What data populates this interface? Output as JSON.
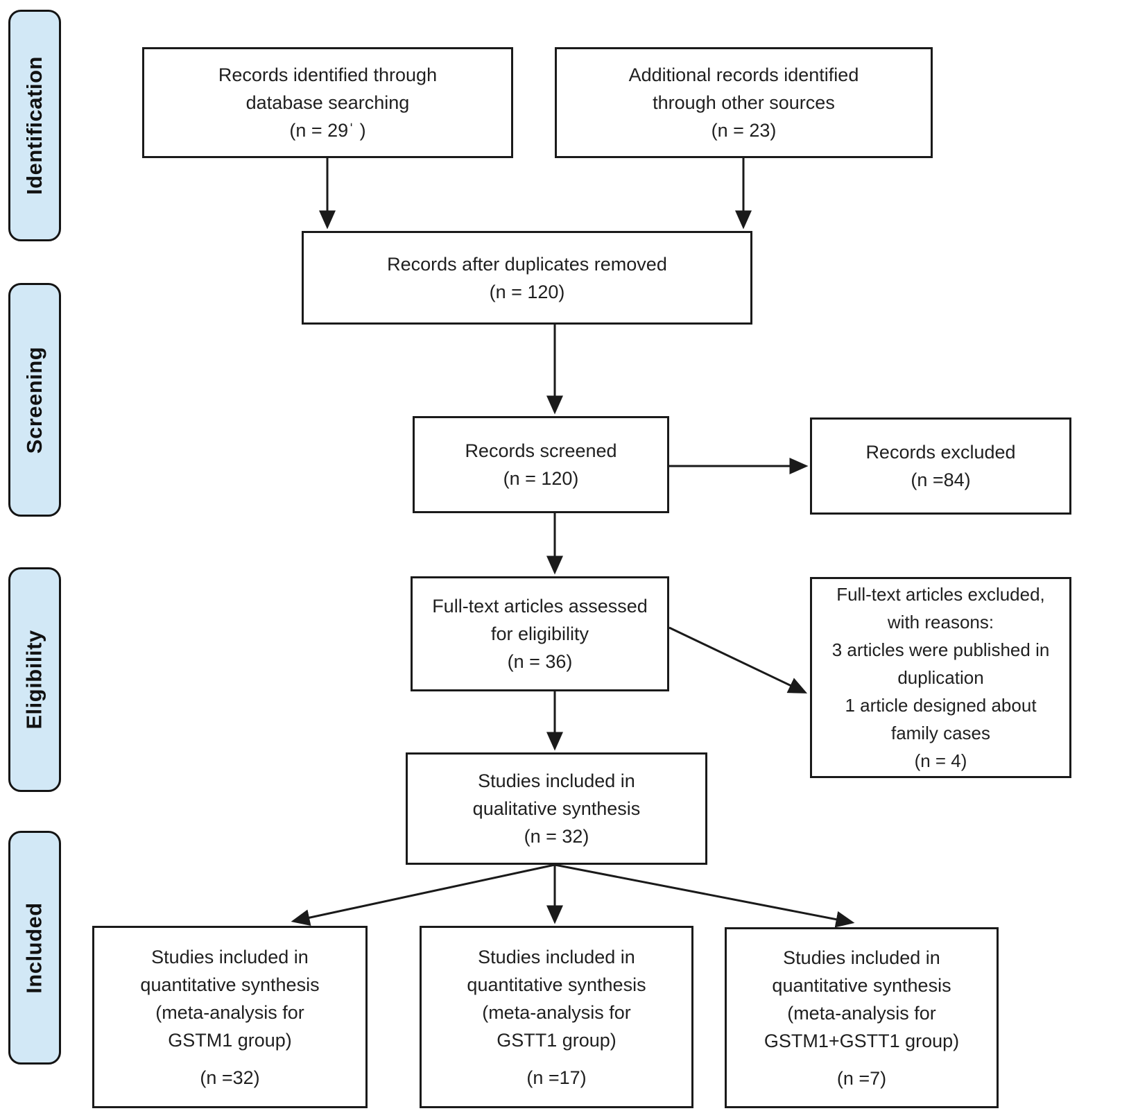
{
  "figure": {
    "type": "prisma-flow-diagram",
    "description": "PRISMA flow diagram of study selection"
  },
  "sidebar": {
    "stages": [
      {
        "label": "Identification"
      },
      {
        "label": "Screening"
      },
      {
        "label": "Eligibility"
      },
      {
        "label": "Included"
      }
    ]
  },
  "nodes": {
    "records_identified": {
      "count": "29",
      "lines": [
        "Records identified through",
        "database searching",
        "(n = 29ˈ )"
      ]
    },
    "additional_records": {
      "count": "23",
      "lines": [
        "Additional records identified",
        "through other sources",
        "(n = 23)"
      ]
    },
    "duplicates_removed": {
      "count": "120",
      "lines": [
        "Records after duplicates removed",
        "(n = 120)"
      ]
    },
    "records_screened": {
      "count": "120",
      "lines": [
        "Records screened",
        "(n = 120)"
      ]
    },
    "records_excluded": {
      "count": "84",
      "lines": [
        "Records excluded",
        "(n =84)"
      ]
    },
    "fulltext_assessed": {
      "count": "36",
      "lines": [
        "Full-text articles assessed",
        "for eligibility",
        "(n = 36)"
      ]
    },
    "fulltext_excluded": {
      "count": "4",
      "lines": [
        "Full-text articles excluded,",
        "with reasons:",
        "3 articles were published in",
        "duplication",
        "1 article designed about",
        "family cases",
        "(n = 4)"
      ]
    },
    "qualitative_synthesis": {
      "count": "32",
      "lines": [
        "Studies included in",
        "qualitative synthesis",
        "(n = 32)"
      ]
    },
    "quantitative_gstm1": {
      "count": "32",
      "lines": [
        "Studies included in",
        "quantitative synthesis",
        "(meta-analysis for",
        "GSTM1 group)",
        "(n =32)"
      ]
    },
    "quantitative_gstt1": {
      "count": "17",
      "lines": [
        "Studies included in",
        "quantitative synthesis",
        "(meta-analysis for",
        "GSTT1 group)",
        "(n =17)"
      ]
    },
    "quantitative_gstm1_gstt1": {
      "count": "7",
      "lines": [
        "Studies included in",
        "quantitative synthesis",
        "(meta-analysis for",
        "GSTM1+GSTT1 group)",
        "(n =7)"
      ]
    }
  },
  "colors": {
    "background": "#ffffff",
    "box_border": "#1a1a1a",
    "box_fill": "#ffffff",
    "stage_fill": "#d2e8f6",
    "stage_border": "#141414",
    "arrow": "#1a1a1a",
    "text": "#1f1f1f"
  }
}
